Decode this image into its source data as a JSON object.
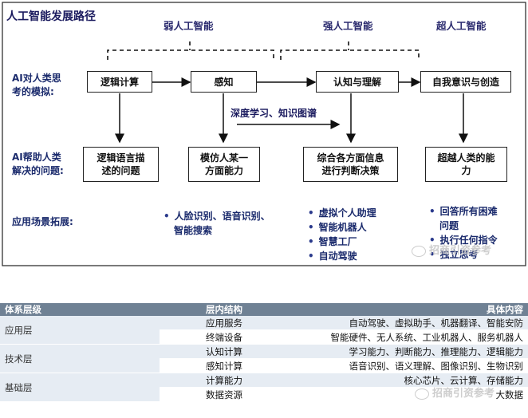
{
  "diagram": {
    "title": "人工智能发展路径",
    "levels": [
      "弱人工智能",
      "强人工智能",
      "超人工智能"
    ],
    "row_labels": {
      "simulate": [
        "AI对人类思",
        "考的模拟:"
      ],
      "solve": [
        "AI帮助人类",
        "解决的问题:"
      ],
      "apps": "应用场景拓展:"
    },
    "top_boxes": [
      "逻辑计算",
      "感知",
      "认知与理解",
      "自我意识与创造"
    ],
    "middle_label": "深度学习、知识图谱",
    "bottom_boxes": [
      [
        "逻辑语言描",
        "述的问题"
      ],
      [
        "模仿人某一",
        "方面能力"
      ],
      [
        "综合各方面信息",
        "进行判断决策"
      ],
      [
        "超越人类的能",
        "力"
      ]
    ],
    "apps": [
      [
        "人脸识别、语音识别、",
        "智能搜索"
      ],
      [
        "虚拟个人助理",
        "智能机器人",
        "智慧工厂",
        "自动驾驶"
      ],
      [
        "回答所有困难",
        "问题",
        "执行任何指令",
        "独立思考"
      ]
    ],
    "watermark": "招商引资参考"
  },
  "table": {
    "headers": [
      "体系层级",
      "层内结构",
      "具体内容"
    ],
    "rows": [
      {
        "level": "应用层",
        "struct": "应用服务",
        "content": "自动驾驶、虚拟助手、机器翻译、智能安防"
      },
      {
        "level": "",
        "struct": "终端设备",
        "content": "智能硬件、无人系统、工业机器人、服务机器人"
      },
      {
        "level": "技术层",
        "struct": "认知计算",
        "content": "学习能力、判断能力、推理能力、逻辑能力"
      },
      {
        "level": "",
        "struct": "感知计算",
        "content": "语音识别、语义理解、图像识别、生物识别"
      },
      {
        "level": "基础层",
        "struct": "计算能力",
        "content": "核心芯片、云计算、存储能力"
      },
      {
        "level": "",
        "struct": "数据资源",
        "content": "大数据"
      }
    ],
    "watermark": "招商引资参考"
  }
}
